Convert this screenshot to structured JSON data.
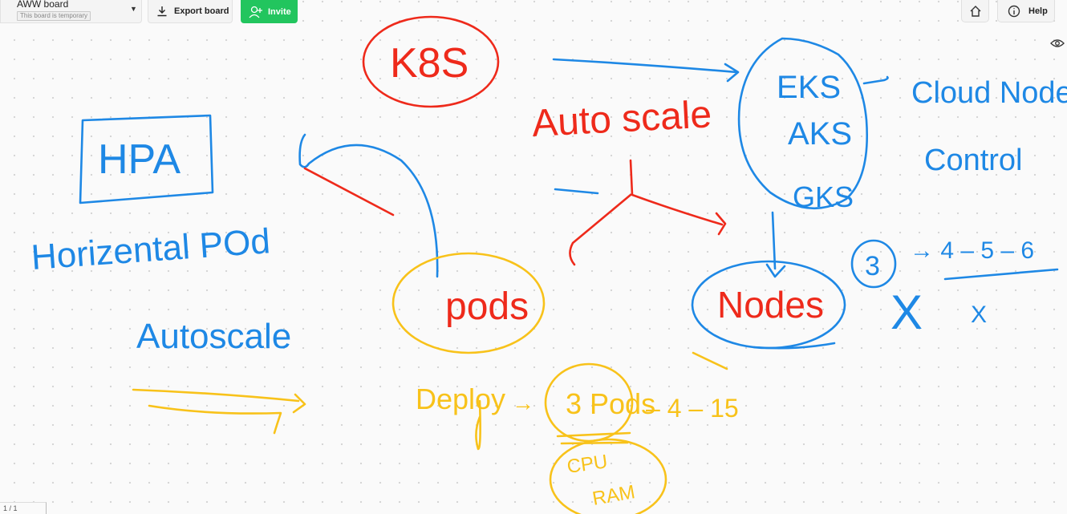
{
  "toolbar": {
    "board_name": "AWW board",
    "board_status": "This board is temporary",
    "export_label": "Export board",
    "invite_label": "Invite",
    "help_label": "Help"
  },
  "icons": {
    "caret": "chevron-down-icon",
    "export": "download-icon",
    "invite": "add-user-icon",
    "home": "home-icon",
    "help": "info-icon",
    "view": "eye-icon"
  },
  "colors": {
    "red": "#ee2a1b",
    "blue": "#1e88e5",
    "yellow": "#f8c21a",
    "invite_green": "#22c55e"
  },
  "whiteboard": {
    "labels": {
      "k8s": "K8S",
      "hpa": "HPA",
      "hpa_full_line1": "Horizental POd",
      "hpa_full_line2": "Autoscale",
      "autoscale": "Auto scale",
      "pods": "pods",
      "nodes": "Nodes",
      "eks": "EKS",
      "aks": "AKS",
      "gks": "GKS",
      "cloud_line1": "Cloud Node",
      "cloud_line2": "Control",
      "node_count": "3",
      "node_seq": "→ 4 – 5 – 6",
      "cross": "X",
      "deploy": "Deploy",
      "arrow": "→",
      "pods_count": "3 Pods",
      "pods_seq": "– 4 – 15",
      "cpu": "CPU",
      "ram": "RAM"
    }
  },
  "corner": {
    "label": "1 / 1"
  }
}
